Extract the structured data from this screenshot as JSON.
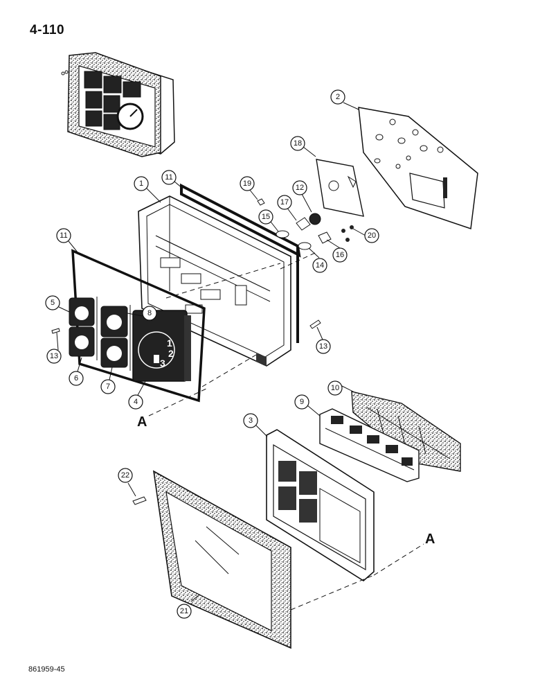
{
  "page_number": "4-110",
  "figure_code": "861959-45",
  "section_refs": [
    "A",
    "A"
  ],
  "callouts": [
    "1",
    "2",
    "3",
    "4",
    "5",
    "6",
    "7",
    "8",
    "9",
    "10",
    "11",
    "11",
    "12",
    "13",
    "13",
    "14",
    "15",
    "16",
    "17",
    "18",
    "19",
    "20",
    "21",
    "22"
  ],
  "gauge_digits": [
    "1",
    "2",
    "3"
  ]
}
